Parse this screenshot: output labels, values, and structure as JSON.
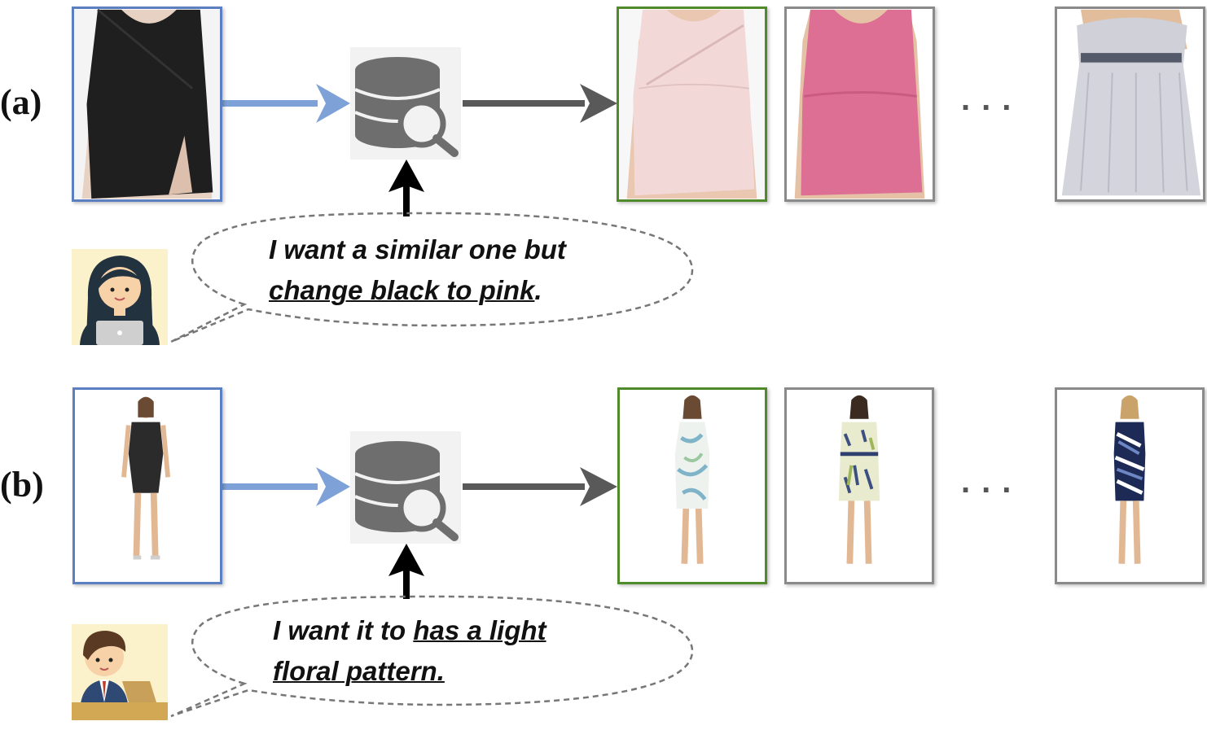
{
  "colors": {
    "query_border": "#5b7fc0",
    "correct_border": "#4f8a2b",
    "other_border": "#8a8a8a",
    "query_arrow": "#7ea2d8",
    "result_arrow": "#595959",
    "text_arrow": "#000000",
    "database_icon": "#6e6e6e"
  },
  "panels": [
    {
      "label": "(a)",
      "query_text_plain": "I want a similar one but",
      "query_text_emphasis": "change black to pink",
      "query_text_end": ".",
      "query_image": {
        "icon": "black-dress-image"
      },
      "results": [
        {
          "icon": "pink-dress-image",
          "status": "correct"
        },
        {
          "icon": "pink-dress-image",
          "status": "other"
        },
        {
          "icon": "gray-dress-image",
          "status": "other"
        }
      ],
      "ellipsis": "...",
      "user_icon": "woman-with-laptop-icon"
    },
    {
      "label": "(b)",
      "query_text_plain": "I want it to",
      "query_text_emphasis_1": "has a light",
      "query_text_emphasis_2": "floral pattern.",
      "query_image": {
        "icon": "black-dress-model-image"
      },
      "results": [
        {
          "icon": "floral-dress-model-image",
          "status": "correct"
        },
        {
          "icon": "floral-dress-model-image",
          "status": "other"
        },
        {
          "icon": "patterned-dress-model-image",
          "status": "other"
        }
      ],
      "ellipsis": "...",
      "user_icon": "man-with-laptop-icon"
    }
  ],
  "database_icon": "database-search-icon"
}
